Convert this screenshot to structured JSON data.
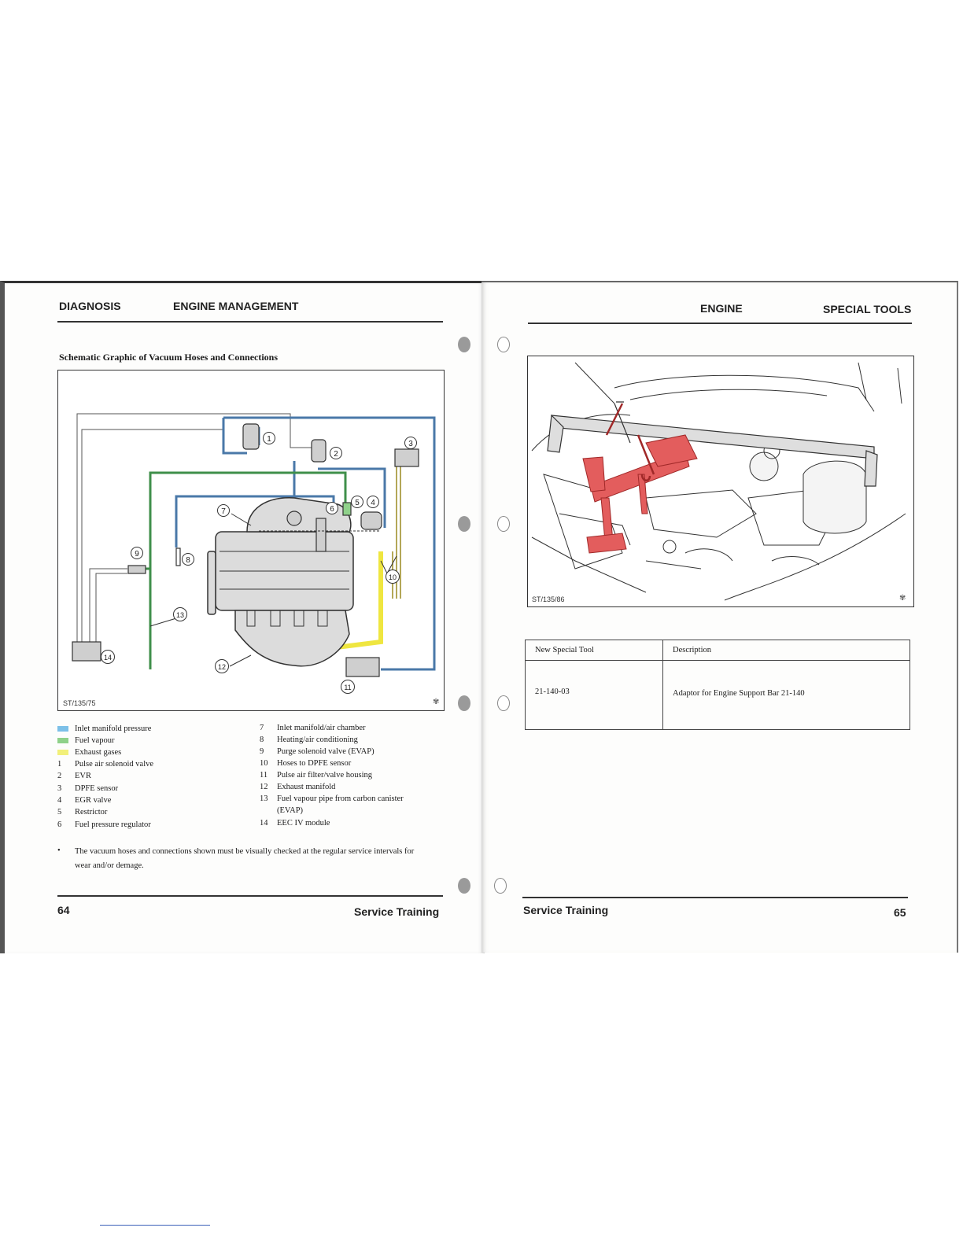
{
  "left_page": {
    "section": "DIAGNOSIS",
    "chapter": "ENGINE MANAGEMENT",
    "figure_title": "Schematic Graphic of Vacuum Hoses and Connections",
    "figure_code": "ST/135/75",
    "callouts": [
      "1",
      "2",
      "3",
      "4",
      "5",
      "6",
      "7",
      "8",
      "9",
      "10",
      "11",
      "12",
      "13",
      "14"
    ],
    "legend_colors": [
      {
        "label": "Inlet manifold pressure",
        "color": "#7cc0e8"
      },
      {
        "label": "Fuel vapour",
        "color": "#8fd18a"
      },
      {
        "label": "Exhaust gases",
        "color": "#f2f07a"
      }
    ],
    "legend_left": [
      {
        "num": "1",
        "label": "Pulse air solenoid valve"
      },
      {
        "num": "2",
        "label": "EVR"
      },
      {
        "num": "3",
        "label": "DPFE sensor"
      },
      {
        "num": "4",
        "label": "EGR valve"
      },
      {
        "num": "5",
        "label": "Restrictor"
      },
      {
        "num": "6",
        "label": "Fuel pressure regulator"
      }
    ],
    "legend_right": [
      {
        "num": "7",
        "label": "Inlet manifold/air chamber"
      },
      {
        "num": "8",
        "label": "Heating/air conditioning"
      },
      {
        "num": "9",
        "label": "Purge solenoid valve (EVAP)"
      },
      {
        "num": "10",
        "label": "Hoses to DPFE sensor"
      },
      {
        "num": "11",
        "label": "Pulse air filter/valve housing"
      },
      {
        "num": "12",
        "label": "Exhaust manifold"
      },
      {
        "num": "13",
        "label": "Fuel vapour pipe from carbon canister"
      },
      {
        "num": "",
        "label": "(EVAP)"
      },
      {
        "num": "14",
        "label": "EEC IV module"
      }
    ],
    "bullet": "The vacuum hoses and connections shown must be visually checked at the regular service intervals for",
    "bullet_cont": "wear and/or demage.",
    "page_number": "64",
    "footer": "Service Training"
  },
  "right_page": {
    "chapter": "ENGINE",
    "section": "SPECIAL TOOLS",
    "figure_code": "ST/135/86",
    "table": {
      "headers": [
        "New Special Tool",
        "Description"
      ],
      "rows": [
        [
          "21-140-03",
          "Adaptor for Engine Support Bar 21-140"
        ]
      ]
    },
    "footer": "Service Training",
    "page_number": "65"
  },
  "colors": {
    "vacuum": "#4a78a8",
    "fuel_vapour": "#3f8f4a",
    "exhaust": "#efe640",
    "tool_highlight": "#e35d5d"
  }
}
